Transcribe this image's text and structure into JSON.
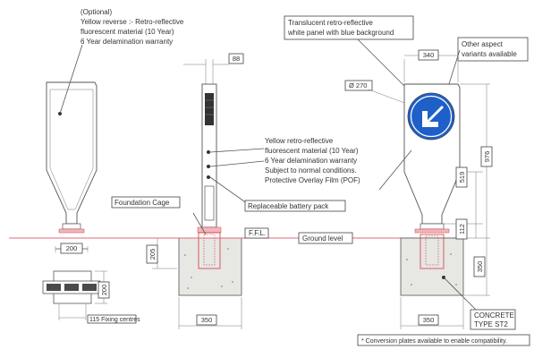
{
  "notes": {
    "optional_header": "(Optional)",
    "optional_lines": [
      "Yellow reverse :- Retro-reflective",
      "fluorescent material (10 Year)",
      "6 Year delamination warranty"
    ],
    "translucent_lines": [
      "Translucent retro-reflective",
      "white panel with blue background"
    ],
    "aspect_lines": [
      "Other aspect",
      "variants available"
    ],
    "yellow_lines": [
      "Yellow retro-reflective",
      "fluorescent material (10 Year)",
      "6 Year delamination warranty",
      "Subject to normal conditions.",
      "Protective Overlay Film (POF)"
    ],
    "battery": "Replaceable battery pack",
    "foundation": "Foundation Cage",
    "ffl": "F.F.L.",
    "ground": "Ground level",
    "concrete_lines": [
      "CONCRETE",
      "TYPE ST2"
    ],
    "fixing": "115 Fixing centres",
    "footnote": "* Conversion plates available to enable compatibility."
  },
  "dimensions": {
    "d88": "88",
    "d340": "340",
    "d270": "Ø 270",
    "d976": "976",
    "d519": "519",
    "d112": "112",
    "d205": "205",
    "d200_top": "200",
    "d200_side": "200",
    "d350_left": "350",
    "d350_right_h": "350",
    "d350_right_v": "350"
  },
  "colors": {
    "sign_blue": "#1f5fc8",
    "arrow_white": "#ffffff",
    "ground_pink": "#e06a78",
    "cage_red": "#d23a3a",
    "concrete": "#e7e7e4"
  }
}
